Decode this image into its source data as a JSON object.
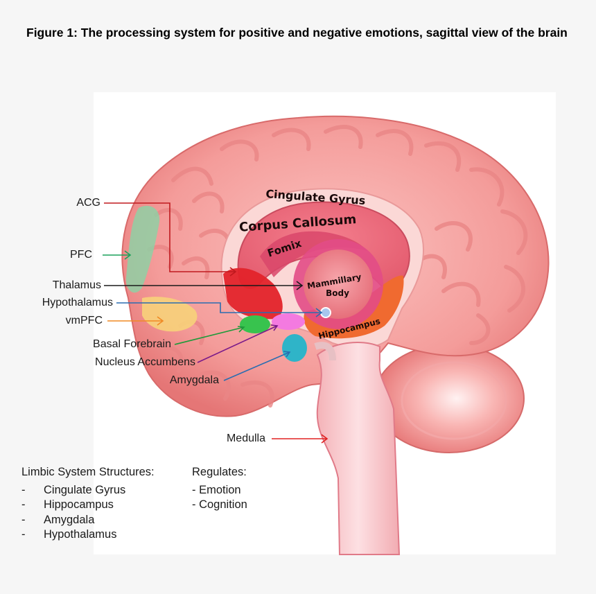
{
  "title": "Figure 1: The processing system for positive and negative emotions, sagittal view of the brain",
  "brain_labels": {
    "cingulate_gyrus": "Cingulate Gyrus",
    "corpus_callosum": "Corpus Callosum",
    "fornix": "Fomix",
    "mammillary_body_line1": "Mammillary",
    "mammillary_body_line2": "Body",
    "hippocampus": "Hippocampus"
  },
  "callouts": {
    "acg": "ACG",
    "pfc": "PFC",
    "thalamus": "Thalamus",
    "hypothalamus": "Hypothalamus",
    "vmpfc": "vmPFC",
    "basal_forebrain": "Basal Forebrain",
    "nucleus_accumbens": "Nucleus Accumbens",
    "amygdala": "Amygdala",
    "medulla": "Medulla"
  },
  "legend": {
    "structures_header": "Limbic System Structures:",
    "structures": [
      "Cingulate Gyrus",
      "Hippocampus",
      "Amygdala",
      "Hypothalamus"
    ],
    "dash": "-",
    "regulates_header": "Regulates:",
    "regulates": [
      "- Emotion",
      "- Cognition"
    ]
  },
  "colors": {
    "cortex": "#f39a9a",
    "cortex_dark": "#e06c6c",
    "acg": "#c0191e",
    "pfc": "#1aa05a",
    "thalamus": "#1a1a1a",
    "hypothalamus": "#2a6db0",
    "vmpfc": "#f08a24",
    "basal_forebrain": "#1e9a3a",
    "nucleus_accumbens": "#7a1a8a",
    "amygdala": "#2a6db0",
    "medulla": "#e02020"
  }
}
